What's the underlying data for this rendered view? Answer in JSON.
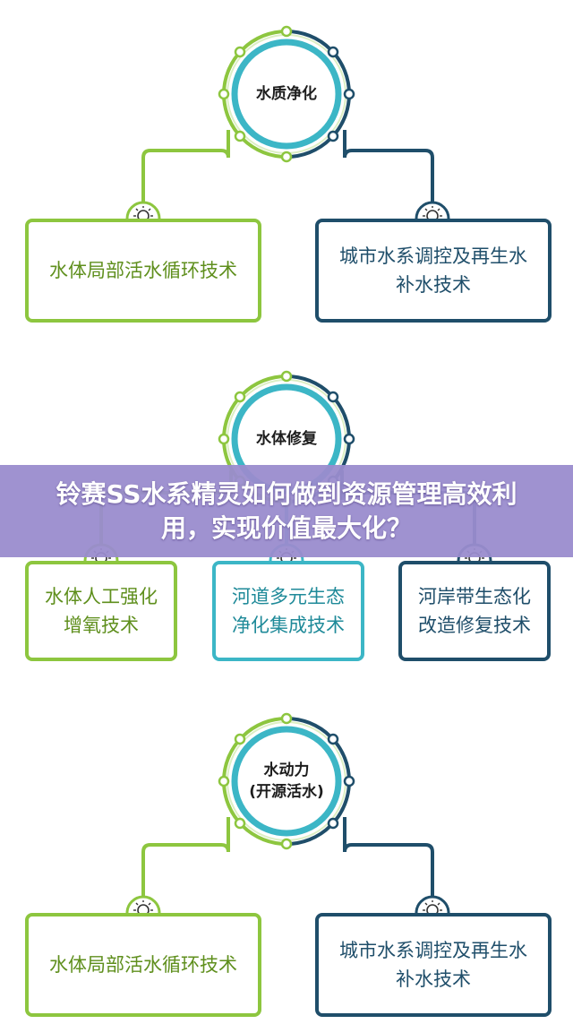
{
  "colors": {
    "green": "#8dc63f",
    "teal": "#3cb6c6",
    "navy": "#1f4e6a",
    "banner": "#9a8ccd"
  },
  "sections": [
    {
      "hub": "水质净化",
      "boxes": [
        {
          "text": "水体局部活水循环技术",
          "color": "green"
        },
        {
          "text": "城市水系调控及再生水\n补水技术",
          "color": "navy"
        }
      ]
    },
    {
      "hub": "水体修复",
      "boxes": [
        {
          "text": "水体人工强化\n增氧技术",
          "color": "green"
        },
        {
          "text": "河道多元生态\n净化集成技术",
          "color": "teal"
        },
        {
          "text": "河岸带生态化\n改造修复技术",
          "color": "navy"
        }
      ]
    },
    {
      "hub": "水动力\n(开源活水)",
      "boxes": [
        {
          "text": "水体局部活水循环技术",
          "color": "green"
        },
        {
          "text": "城市水系调控及再生水\n补水技术",
          "color": "navy"
        }
      ]
    }
  ],
  "icons": {
    "bulb": "lightbulb-icon"
  },
  "banner": {
    "title": "铃赛SS水系精灵如何做到资源管理高效利用，实现价值最大化？"
  }
}
